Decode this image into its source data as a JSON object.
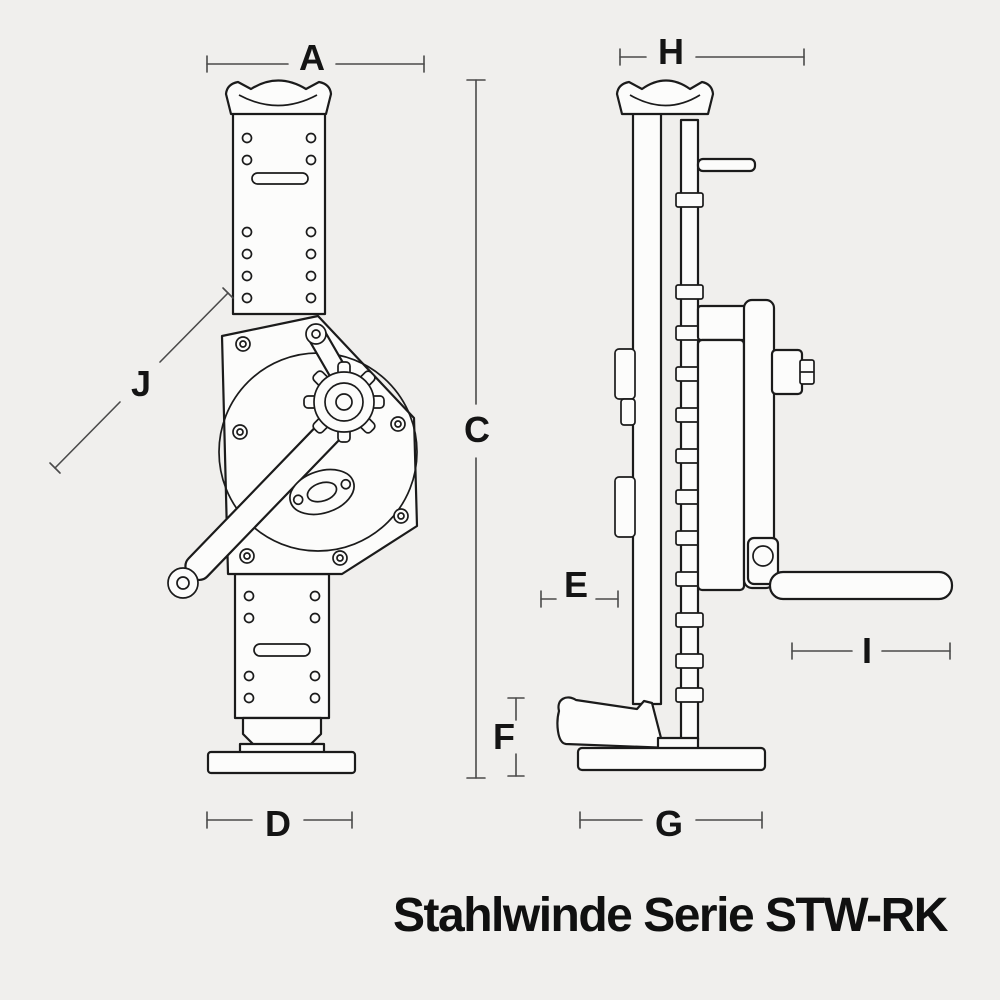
{
  "title": "Stahlwinde Serie STW-RK",
  "labels": {
    "a": "A",
    "c": "C",
    "d": "D",
    "e": "E",
    "f": "F",
    "g": "G",
    "h": "H",
    "i": "I",
    "j": "J"
  },
  "colors": {
    "background": "#f0efed",
    "outline": "#1b1b1b",
    "part_fill": "#fcfcfb",
    "dimension_line": "#4a4a4a",
    "text": "#141414"
  }
}
